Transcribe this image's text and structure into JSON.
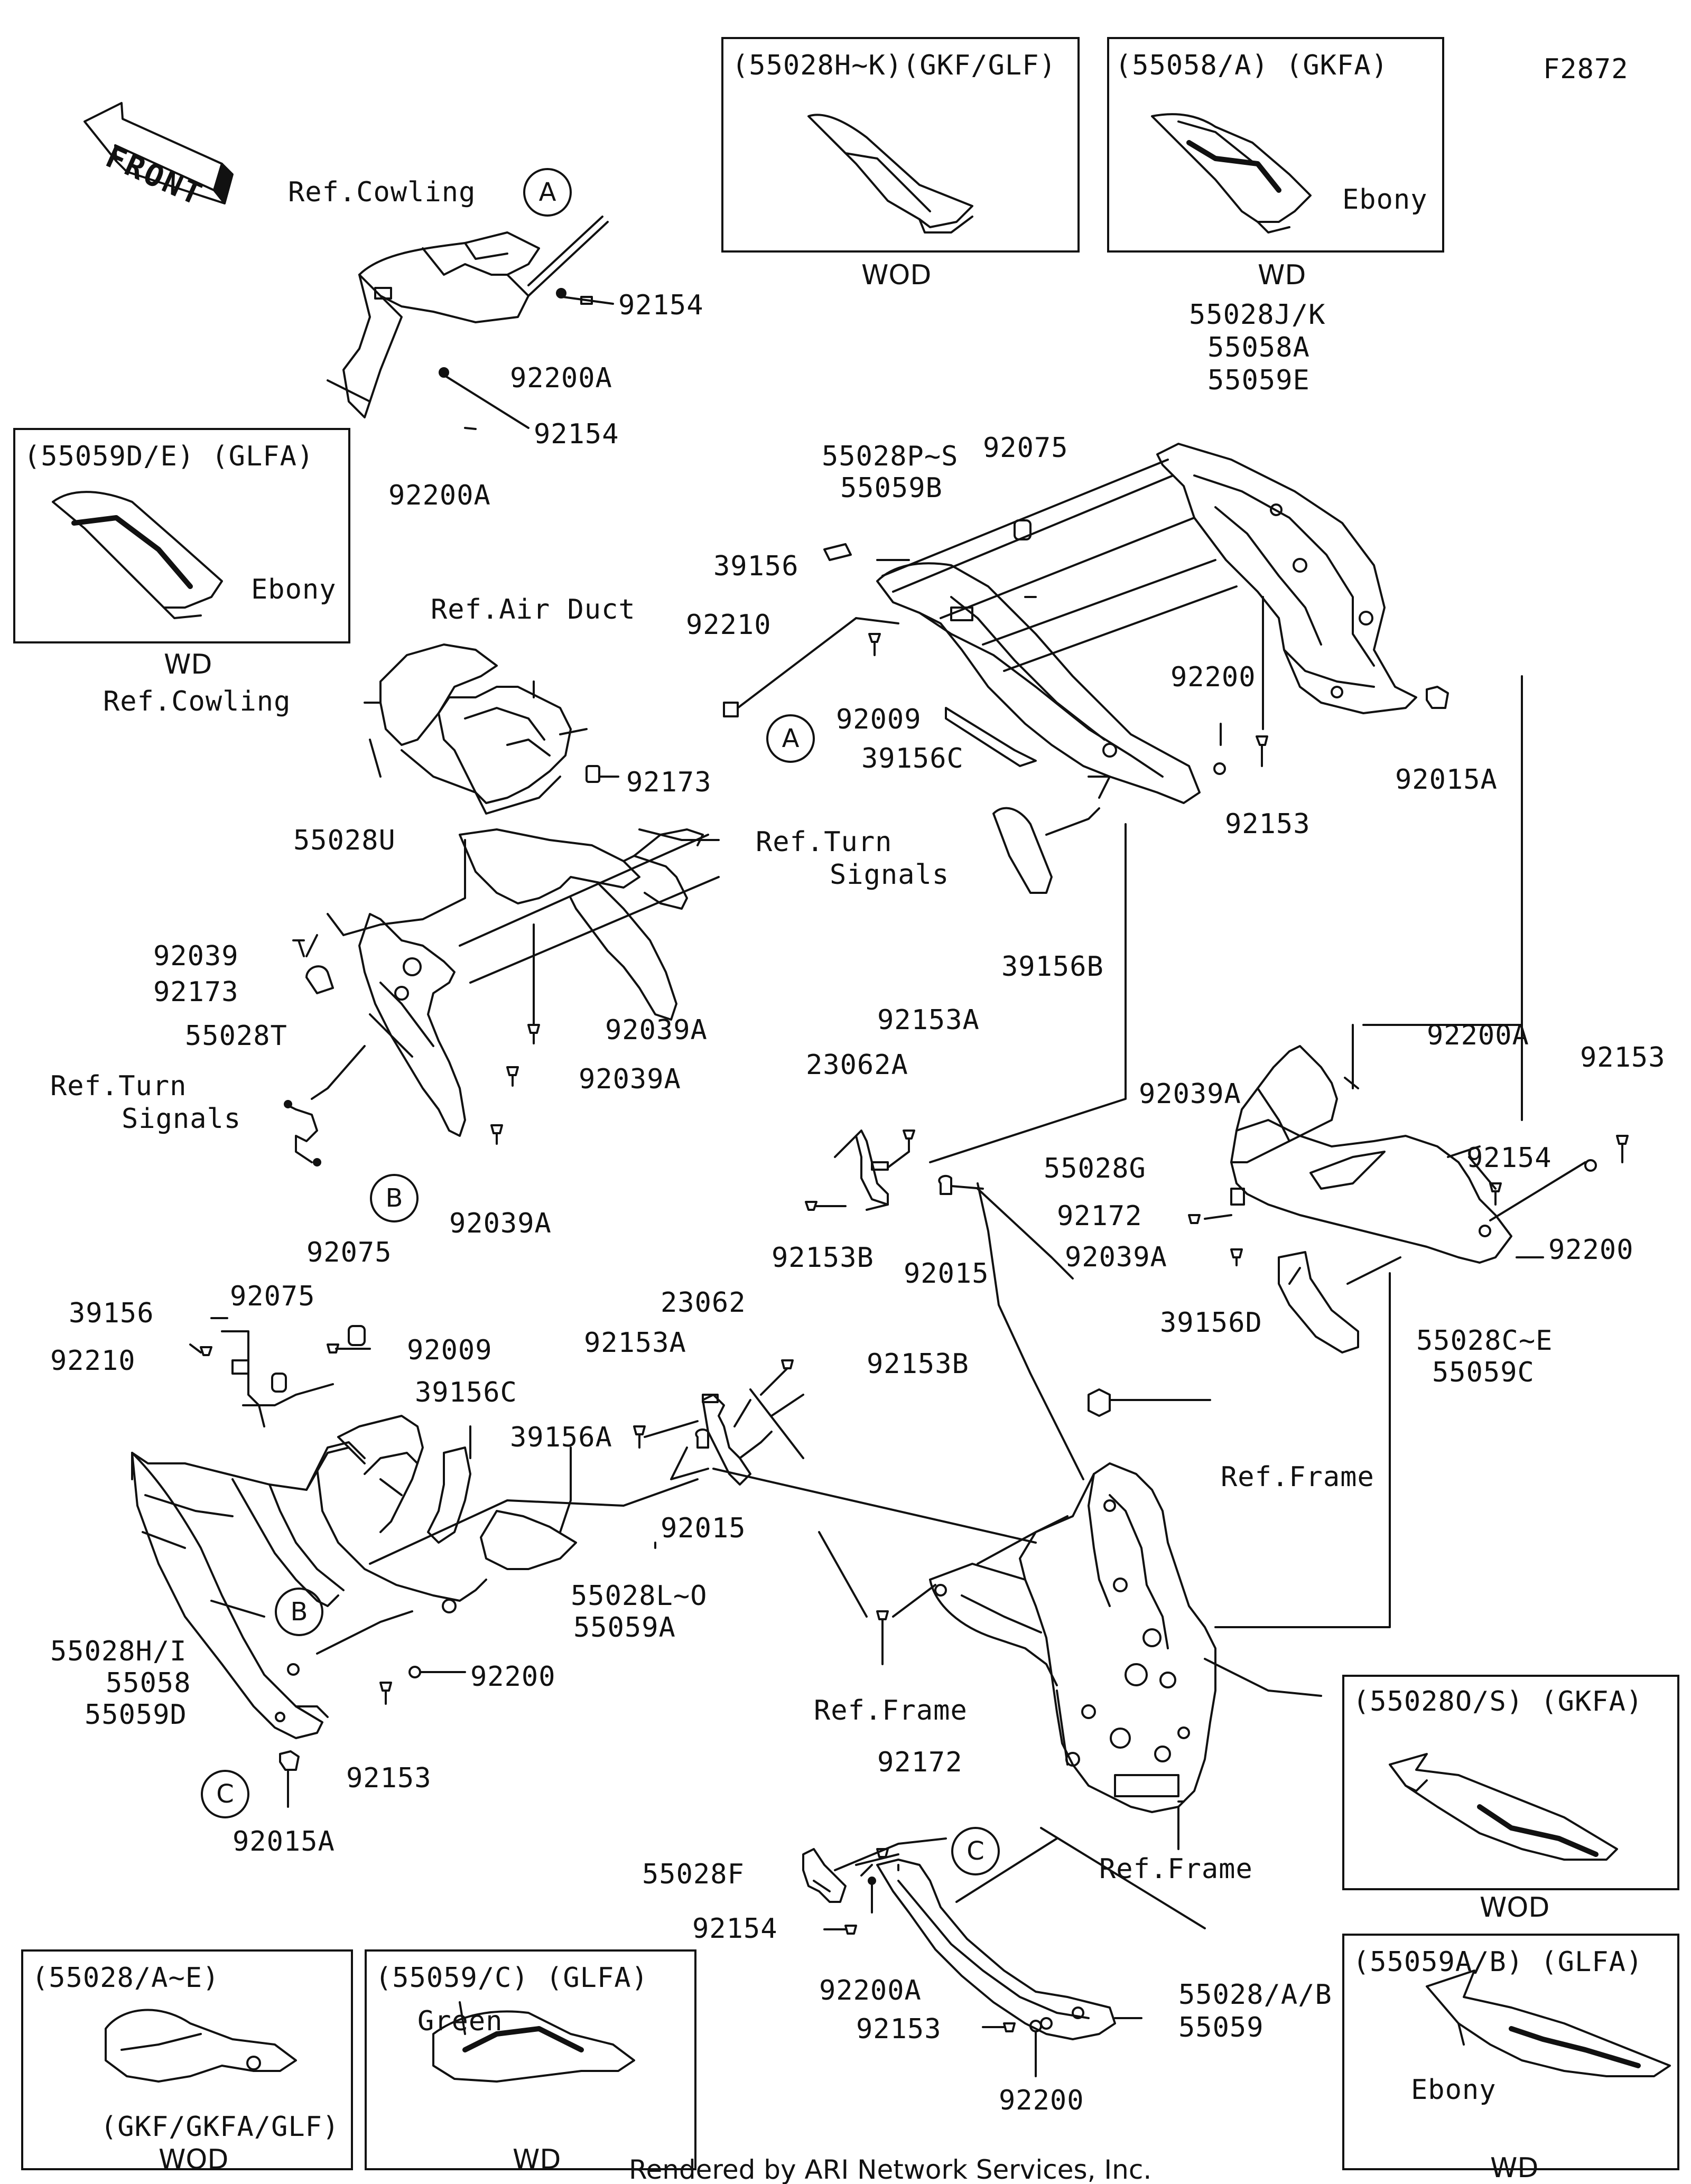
{
  "figure_id": "F2872",
  "footer": "Rendered by ARI Network Services, Inc.",
  "front_arrow": "FRONT",
  "callouts": {
    "A": "A",
    "B": "B",
    "C": "C"
  },
  "inset_boxes": [
    {
      "title": "(55028H~K)(GKF/GLF)",
      "caption": "WOD"
    },
    {
      "title": "(55058/A)   (GKFA)",
      "note": "Ebony",
      "caption": "WD"
    },
    {
      "title": "(55059D/E)  (GLFA)",
      "note": "Ebony",
      "caption": "WD"
    },
    {
      "title": "(55028/A~E)",
      "note": "(GKF/GKFA/GLF)",
      "caption": "WOD"
    },
    {
      "title": "(55059/C)    (GLFA)",
      "note": "Green",
      "caption": "WD"
    },
    {
      "title": "(55028O/S)  (GKFA)",
      "caption": "WOD"
    },
    {
      "title": "(55059A/B)  (GLFA)",
      "note": "Ebony",
      "caption": "WD"
    }
  ],
  "labels": [
    "Ref.Cowling",
    "92154",
    "92200A",
    "92154",
    "92200A",
    "55028J/K",
    "55058A",
    "55059E",
    "55028P~S",
    "55059B",
    "92075",
    "39156",
    "92210",
    "92009",
    "39156C",
    "92200",
    "92153",
    "92015A",
    "39156B",
    "Ref.Air Duct",
    "Ref.Cowling",
    "92173",
    "55028U",
    "Ref.Turn",
    "Signals",
    "92039",
    "92173",
    "55028T",
    "92039A",
    "92039A",
    "Ref.Turn",
    "Signals",
    "92039A",
    "92153A",
    "23062A",
    "92153B",
    "92015",
    "92200A",
    "92039A",
    "92153",
    "92154",
    "55028G",
    "92172",
    "92039A",
    "92200",
    "39156D",
    "55028C~E",
    "55059C",
    "92075",
    "39156",
    "92075",
    "92210",
    "92009",
    "39156C",
    "39156A",
    "55028L~O",
    "55059A",
    "55028H/I",
    "55058",
    "55059D",
    "92200",
    "92153",
    "92015A",
    "23062",
    "92153A",
    "92153B",
    "92015",
    "Ref.Frame",
    "Ref.Frame",
    "Ref.Frame",
    "92172",
    "55028F",
    "92154",
    "92200A",
    "92153",
    "92200",
    "55028/A/B",
    "55059"
  ]
}
